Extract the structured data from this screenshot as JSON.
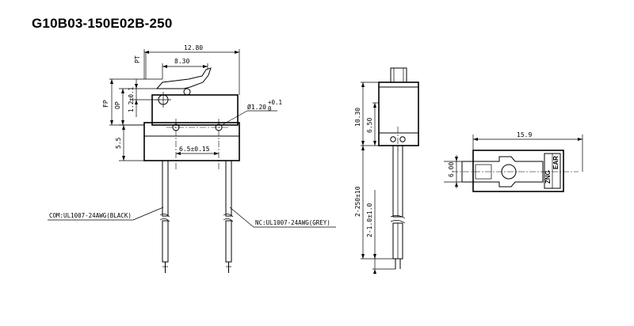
{
  "title": "G10B03-150E02B-250",
  "dimensions": {
    "overall_length": "12.80",
    "lever_length": "8.30",
    "pt": "PT",
    "fp": "FP",
    "op": "OP",
    "op_value": "1.2",
    "op_tol": "±0.1",
    "hole_dia": "Ø1.20",
    "hole_tol_upper": "+0.1",
    "hole_tol_lower": "0",
    "hole_spacing": "6.5±0.15",
    "base_height": "5.5",
    "side_height": "10.30",
    "side_body": "6.50",
    "wire_length": "2-250±10",
    "strip_length": "2-1.0±1.0",
    "top_length": "15.9",
    "top_width": "6.00"
  },
  "labels": {
    "com_wire": "COM:UL1007-24AWG(BLACK)",
    "nc_wire": "NC:UL1007-24AWG(GREY)",
    "logo_left": "ZNG",
    "logo_right": "EAR"
  }
}
